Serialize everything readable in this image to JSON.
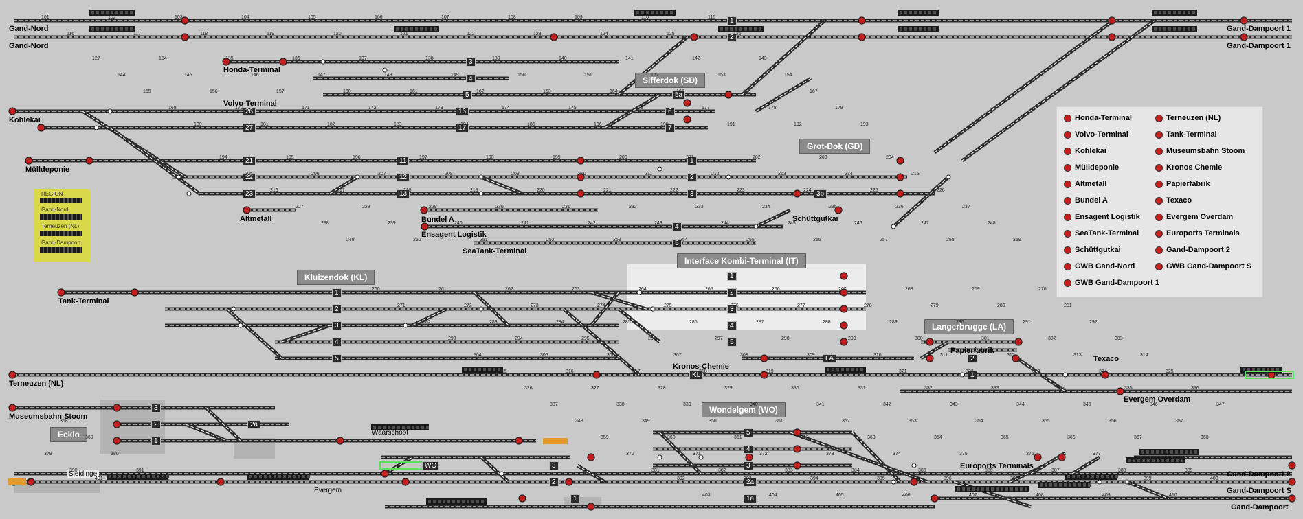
{
  "stations": [
    {
      "key": "sifferdok",
      "name": "Sifferdok (SD)"
    },
    {
      "key": "grotdok",
      "name": "Grot-Dok (GD)"
    },
    {
      "key": "interface",
      "name": "Interface Kombi-Terminal (IT)"
    },
    {
      "key": "kluizendok",
      "name": "Kluizendok (KL)"
    },
    {
      "key": "langerbrugge",
      "name": "Langerbrugge (LA)"
    },
    {
      "key": "wondelgem",
      "name": "Wondelgem (WO)"
    },
    {
      "key": "eeklo",
      "name": "Eeklo"
    }
  ],
  "labels": [
    {
      "key": "gand-nord-1",
      "text": "Gand-Nord"
    },
    {
      "key": "gand-nord-2",
      "text": "Gand-Nord"
    },
    {
      "key": "gand-dampoort-1a",
      "text": "Gand-Dampoort 1"
    },
    {
      "key": "gand-dampoort-1b",
      "text": "Gand-Dampoort 1"
    },
    {
      "key": "honda",
      "text": "Honda-Terminal"
    },
    {
      "key": "volvo",
      "text": "Volvo-Terminal"
    },
    {
      "key": "kohlekai",
      "text": "Kohlekai"
    },
    {
      "key": "mulldeponie",
      "text": "Mülldeponie"
    },
    {
      "key": "altmetall",
      "text": "Altmetall"
    },
    {
      "key": "bundel",
      "text": "Bundel A"
    },
    {
      "key": "ensagent",
      "text": "Ensagent Logistik"
    },
    {
      "key": "seatank",
      "text": "SeaTank-Terminal"
    },
    {
      "key": "schuttgut",
      "text": "Schüttgutkai"
    },
    {
      "key": "tank",
      "text": "Tank-Terminal"
    },
    {
      "key": "kronos",
      "text": "Kronos-Chemie"
    },
    {
      "key": "papier",
      "text": "Papierfabrik"
    },
    {
      "key": "texaco",
      "text": "Texaco"
    },
    {
      "key": "evergem-overdam",
      "text": "Evergem Overdam"
    },
    {
      "key": "terneuzen",
      "text": "Terneuzen (NL)"
    },
    {
      "key": "museumsbahn",
      "text": "Museumsbahn Stoom"
    },
    {
      "key": "waarschoot",
      "text": "Waarschoot"
    },
    {
      "key": "sleidinge",
      "text": "Sleidinge"
    },
    {
      "key": "evergem",
      "text": "Evergem"
    },
    {
      "key": "euroports",
      "text": "Euroports Terminals"
    },
    {
      "key": "gand-dampoort-2",
      "text": "Gand-Dampoort 2"
    },
    {
      "key": "gand-dampoort-s",
      "text": "Gand-Dampoort S"
    },
    {
      "key": "gand-dampoort-x",
      "text": "Gand-Dampoort"
    }
  ],
  "tracks": [
    {
      "key": "t-1-top",
      "text": "1"
    },
    {
      "key": "t-2-top",
      "text": "2"
    },
    {
      "key": "t-3-honda",
      "text": "3"
    },
    {
      "key": "t-4-honda",
      "text": "4"
    },
    {
      "key": "t-5-volvo",
      "text": "5"
    },
    {
      "key": "t-5a",
      "text": "5a"
    },
    {
      "key": "t-6",
      "text": "6"
    },
    {
      "key": "t-7",
      "text": "7"
    },
    {
      "key": "t-26",
      "text": "26"
    },
    {
      "key": "t-16",
      "text": "16"
    },
    {
      "key": "t-27",
      "text": "27"
    },
    {
      "key": "t-17",
      "text": "17"
    },
    {
      "key": "t-21",
      "text": "21"
    },
    {
      "key": "t-11",
      "text": "11"
    },
    {
      "key": "t-1-gd",
      "text": "1"
    },
    {
      "key": "t-22",
      "text": "22"
    },
    {
      "key": "t-12",
      "text": "12"
    },
    {
      "key": "t-2-gd",
      "text": "2"
    },
    {
      "key": "t-23",
      "text": "23"
    },
    {
      "key": "t-13",
      "text": "13"
    },
    {
      "key": "t-3-gd",
      "text": "3"
    },
    {
      "key": "t-3b",
      "text": "3b"
    },
    {
      "key": "t-4-gd",
      "text": "4"
    },
    {
      "key": "t-5-gd",
      "text": "5"
    },
    {
      "key": "t-1-kl",
      "text": "1"
    },
    {
      "key": "t-2-kl",
      "text": "2"
    },
    {
      "key": "t-3-kl",
      "text": "3"
    },
    {
      "key": "t-4-kl",
      "text": "4"
    },
    {
      "key": "t-5-kl",
      "text": "5"
    },
    {
      "key": "t-1-it",
      "text": "1"
    },
    {
      "key": "t-2-it",
      "text": "2"
    },
    {
      "key": "t-3-it",
      "text": "3"
    },
    {
      "key": "t-4-it",
      "text": "4"
    },
    {
      "key": "t-5-it",
      "text": "5"
    },
    {
      "key": "t-la",
      "text": "LA"
    },
    {
      "key": "t-kl",
      "text": "KL"
    },
    {
      "key": "t-2-la",
      "text": "2"
    },
    {
      "key": "t-1-la",
      "text": "1"
    },
    {
      "key": "t-3-ms",
      "text": "3"
    },
    {
      "key": "t-2-ms",
      "text": "2"
    },
    {
      "key": "t-2a-ms",
      "text": "2a"
    },
    {
      "key": "t-1-ms",
      "text": "1"
    },
    {
      "key": "t-5-wo",
      "text": "5"
    },
    {
      "key": "t-4-wo",
      "text": "4"
    },
    {
      "key": "t-3-wo",
      "text": "3"
    },
    {
      "key": "t-3-wo2",
      "text": "3"
    },
    {
      "key": "t-wo",
      "text": "WO"
    },
    {
      "key": "t-2-wo",
      "text": "2"
    },
    {
      "key": "t-2a-wo",
      "text": "2a"
    },
    {
      "key": "t-1-wo",
      "text": "1"
    },
    {
      "key": "t-1a-wo",
      "text": "1a"
    }
  ],
  "legend": {
    "items": [
      "Honda-Terminal",
      "Terneuzen (NL)",
      "Volvo-Terminal",
      "Tank-Terminal",
      "Kohlekai",
      "Museumsbahn Stoom",
      "Mülldeponie",
      "Kronos Chemie",
      "Altmetall",
      "Papierfabrik",
      "Bundel A",
      "Texaco",
      "Ensagent Logistik",
      "Evergem Overdam",
      "SeaTank-Terminal",
      "Euroports Terminals",
      "Schüttgutkai",
      "Gand-Dampoort 2",
      "GWB Gand-Nord",
      "GWB Gand-Dampoort S",
      "GWB Gand-Dampoort 1"
    ]
  },
  "region": {
    "title": "REGION",
    "rows": [
      "Gand-Nord",
      "Terneuzen (NL)",
      "Gand-Dampoort"
    ]
  },
  "numbers": [
    "101",
    "102",
    "103",
    "104",
    "105",
    "106",
    "107",
    "108",
    "109",
    "110",
    "115",
    "116",
    "117",
    "118",
    "119",
    "120",
    "121",
    "122",
    "123",
    "124",
    "125",
    "126",
    "127",
    "134",
    "135",
    "136",
    "137",
    "138",
    "139",
    "140",
    "141",
    "142",
    "143",
    "144",
    "145",
    "146",
    "147",
    "148",
    "149",
    "150",
    "151",
    "152",
    "153",
    "154",
    "155",
    "156",
    "157",
    "160",
    "161",
    "162",
    "163",
    "164",
    "165",
    "166",
    "167",
    "168",
    "170",
    "171",
    "172",
    "173",
    "174",
    "175",
    "176",
    "177",
    "178",
    "179",
    "180",
    "181",
    "182",
    "183",
    "184",
    "185",
    "186",
    "190",
    "191",
    "192",
    "193",
    "194",
    "195",
    "196",
    "197",
    "198",
    "199",
    "200",
    "201",
    "202",
    "203",
    "204",
    "205",
    "206",
    "207",
    "208",
    "209",
    "210",
    "211",
    "212",
    "213",
    "214",
    "215",
    "216",
    "217",
    "218",
    "219",
    "220",
    "221",
    "222",
    "223",
    "224",
    "225",
    "226",
    "227",
    "228",
    "229",
    "230",
    "231",
    "232",
    "233",
    "234",
    "235",
    "236",
    "237",
    "238",
    "239",
    "240",
    "241",
    "242",
    "243",
    "244",
    "245",
    "246",
    "247",
    "248",
    "249",
    "250",
    "251",
    "252",
    "253",
    "254",
    "255",
    "256",
    "257",
    "258",
    "259",
    "260",
    "261",
    "262",
    "263",
    "264",
    "265",
    "266",
    "267",
    "268",
    "269",
    "270",
    "271",
    "272",
    "273",
    "274",
    "275",
    "276",
    "277",
    "278",
    "279",
    "280",
    "281",
    "282",
    "283",
    "284",
    "285",
    "286",
    "287",
    "288",
    "289",
    "290",
    "291",
    "292",
    "293",
    "294",
    "295",
    "296",
    "297",
    "298",
    "299",
    "300",
    "301",
    "302",
    "303",
    "304",
    "305",
    "306",
    "307",
    "308",
    "309",
    "310",
    "311",
    "312",
    "313",
    "314",
    "315",
    "316",
    "317",
    "318",
    "319",
    "320",
    "321",
    "322",
    "323",
    "324",
    "325",
    "326",
    "327",
    "328",
    "329",
    "330",
    "331",
    "332",
    "333",
    "334",
    "335",
    "336",
    "337",
    "338",
    "339",
    "340",
    "341",
    "342",
    "343",
    "344",
    "345",
    "346",
    "347",
    "348",
    "349",
    "350",
    "351",
    "352",
    "353",
    "354",
    "355",
    "356",
    "357",
    "358",
    "359",
    "360",
    "361",
    "362",
    "363",
    "364",
    "365",
    "366",
    "367",
    "368",
    "369",
    "370",
    "371",
    "372",
    "373",
    "374",
    "375",
    "376",
    "377",
    "378",
    "379",
    "380",
    "381",
    "382",
    "383",
    "384",
    "385",
    "386",
    "387",
    "388",
    "389",
    "390",
    "391",
    "392",
    "393",
    "394",
    "395",
    "396",
    "397",
    "398",
    "399",
    "400",
    "401",
    "402",
    "403",
    "404",
    "405",
    "406",
    "407",
    "408",
    "409",
    "410"
  ]
}
